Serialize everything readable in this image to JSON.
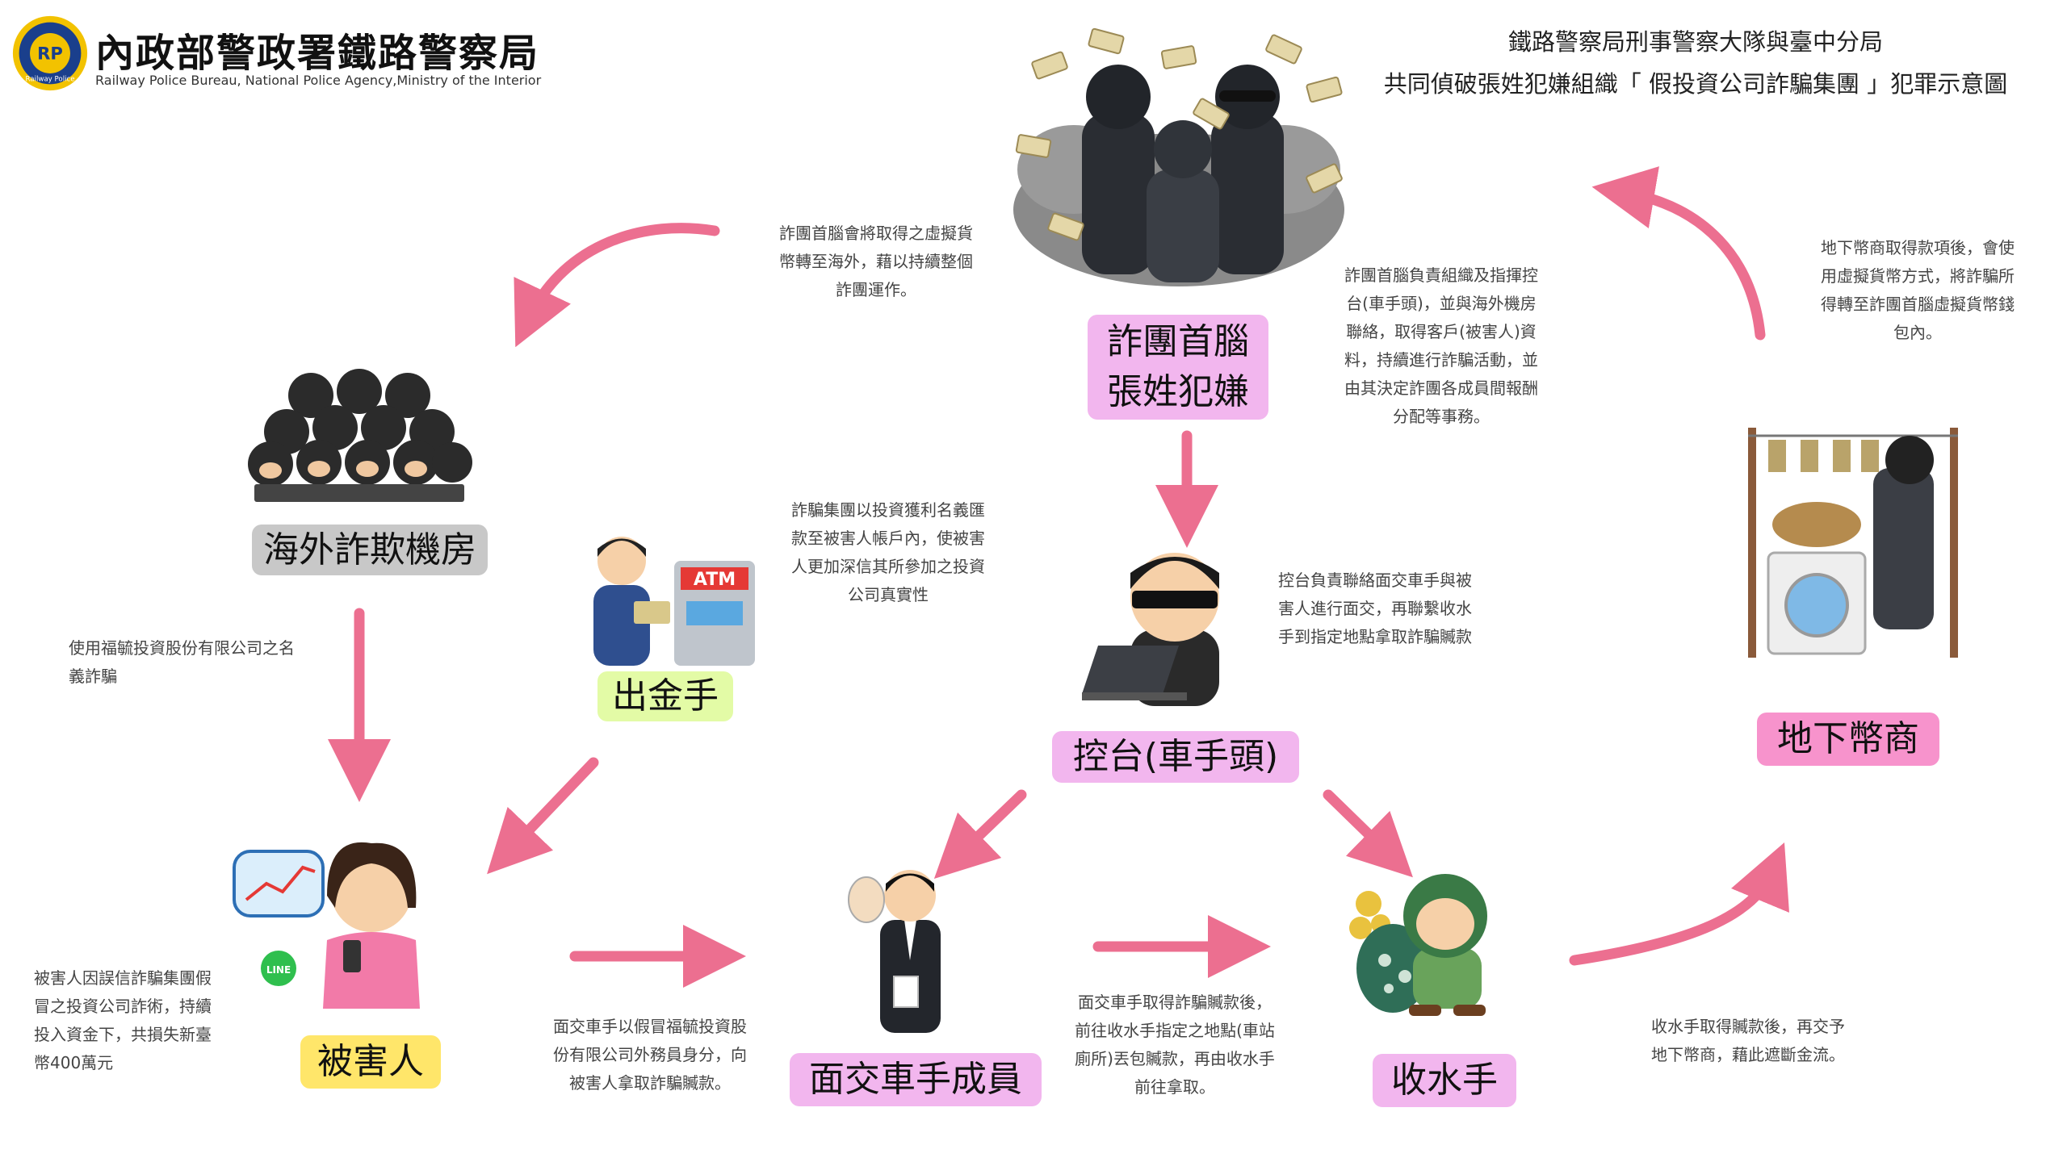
{
  "header": {
    "agency_name": "內政部警政署鐵路警察局",
    "agency_name_en": "Railway Police Bureau, National Police Agency,Ministry of the Interior",
    "logo_text": "RP",
    "logo_ring_text": "Railway Police",
    "title_line1": "鐵路警察局刑事警察大隊與臺中分局",
    "title_line2": "共同偵破張姓犯嫌組織「 假投資公司詐騙集團 」犯罪示意圖"
  },
  "nodes": {
    "boss": "詐團首腦\n張姓犯嫌",
    "overseas": "海外詐欺機房",
    "cashout": "出金手",
    "control": "控台(車手頭)",
    "underground": "地下幣商",
    "victim": "被害人",
    "courier": "面交車手成員",
    "collector": "收水手"
  },
  "descriptions": {
    "boss_to_overseas": "詐團首腦會將取得之虛擬貨\n幣轉至海外，藉以持續整個\n詐團運作。",
    "boss_role": "詐團首腦負責組織及指揮控\n台(車手頭)，並與海外機房\n聯絡，取得客戶(被害人)資\n料，持續進行詐騙活動，並\n由其決定詐團各成員間報酬\n分配等事務。",
    "underground_role": "地下幣商取得款項後，會使\n用虛擬貨幣方式，將詐騙所\n得轉至詐團首腦虛擬貨幣錢\n包內。",
    "cashout_role": "詐騙集團以投資獲利名義匯\n款至被害人帳戶內，使被害\n人更加深信其所參加之投資\n公司真實性",
    "control_role": "控台負責聯絡面交車手與被\n害人進行面交，再聯繫收水\n手到指定地點拿取詐騙贓款",
    "overseas_role": "使用福毓投資股份有限公司之名\n義詐騙",
    "victim_role": "被害人因誤信詐騙集團假\n冒之投資公司詐術，持續\n投入資金下，共損失新臺\n幣400萬元",
    "courier_role": "面交車手以假冒福毓投資股\n份有限公司外務員身分，向\n被害人拿取詐騙贓款。",
    "collector_pick": "面交車手取得詐騙贓款後，\n前往收水手指定之地點(車站\n廁所)丟包贓款，再由收水手\n前往拿取。",
    "collector_role": "收水手取得贓款後，再交予\n地下幣商，藉此遮斷金流。"
  },
  "icons": {
    "boss": "money-boss-group-icon",
    "overseas": "hooded-hackers-icon",
    "cashout": "atm-man-icon",
    "control": "masked-hacker-laptop-icon",
    "underground": "money-laundering-icon",
    "victim": "woman-phone-chart-icon",
    "courier": "mask-businessman-icon",
    "collector": "thief-money-bag-icon",
    "atm_text": "ATM",
    "line_text": "LINE"
  },
  "colors": {
    "arrow": "#ec6f90",
    "label_pink": "#f2b6ee",
    "label_gray": "#c8c8c8",
    "label_yellow": "#ffe66a",
    "label_green": "#e3fba6",
    "label_hot": "#f793cc"
  }
}
